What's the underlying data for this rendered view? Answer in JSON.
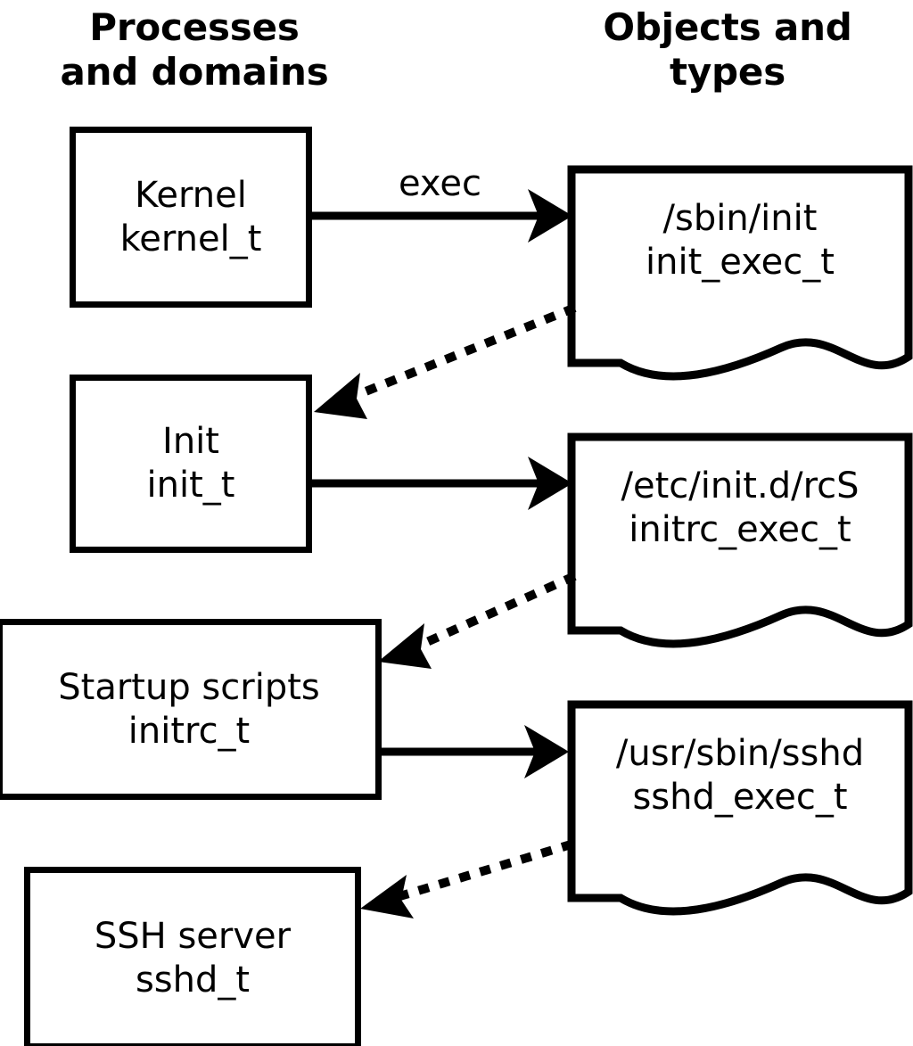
{
  "headers": {
    "left": "Processes\nand domains",
    "left_line1": "Processes",
    "left_line2": "and domains",
    "right": "Objects and\ntypes",
    "right_line1": "Objects and",
    "right_line2": "types"
  },
  "colors": {
    "stroke": "#000000",
    "fill": "#ffffff",
    "text": "#000000"
  },
  "process_nodes": [
    {
      "id": "kernel",
      "title": "Kernel",
      "type_label": "kernel_t"
    },
    {
      "id": "init",
      "title": "Init",
      "type_label": "init_t"
    },
    {
      "id": "initrc",
      "title": "Startup scripts",
      "type_label": "initrc_t"
    },
    {
      "id": "sshd",
      "title": "SSH server",
      "type_label": "sshd_t"
    }
  ],
  "object_nodes": [
    {
      "id": "init_exec",
      "path": "/sbin/init",
      "type_label": "init_exec_t"
    },
    {
      "id": "initrc_exec",
      "path": "/etc/init.d/rcS",
      "type_label": "initrc_exec_t"
    },
    {
      "id": "sshd_exec",
      "path": "/usr/sbin/sshd",
      "type_label": "sshd_exec_t"
    }
  ],
  "edges": [
    {
      "id": "exec-kernel-init",
      "from": "kernel",
      "to": "init_exec",
      "label": "exec",
      "style": "solid"
    },
    {
      "id": "transition-init",
      "from": "init_exec",
      "to": "init",
      "label": "",
      "style": "dotted"
    },
    {
      "id": "exec-init-initrc",
      "from": "init",
      "to": "initrc_exec",
      "label": "",
      "style": "solid"
    },
    {
      "id": "transition-initrc",
      "from": "initrc_exec",
      "to": "initrc",
      "label": "",
      "style": "dotted"
    },
    {
      "id": "exec-initrc-sshd",
      "from": "initrc",
      "to": "sshd_exec",
      "label": "",
      "style": "solid"
    },
    {
      "id": "transition-sshd",
      "from": "sshd_exec",
      "to": "sshd",
      "label": "",
      "style": "dotted"
    }
  ]
}
